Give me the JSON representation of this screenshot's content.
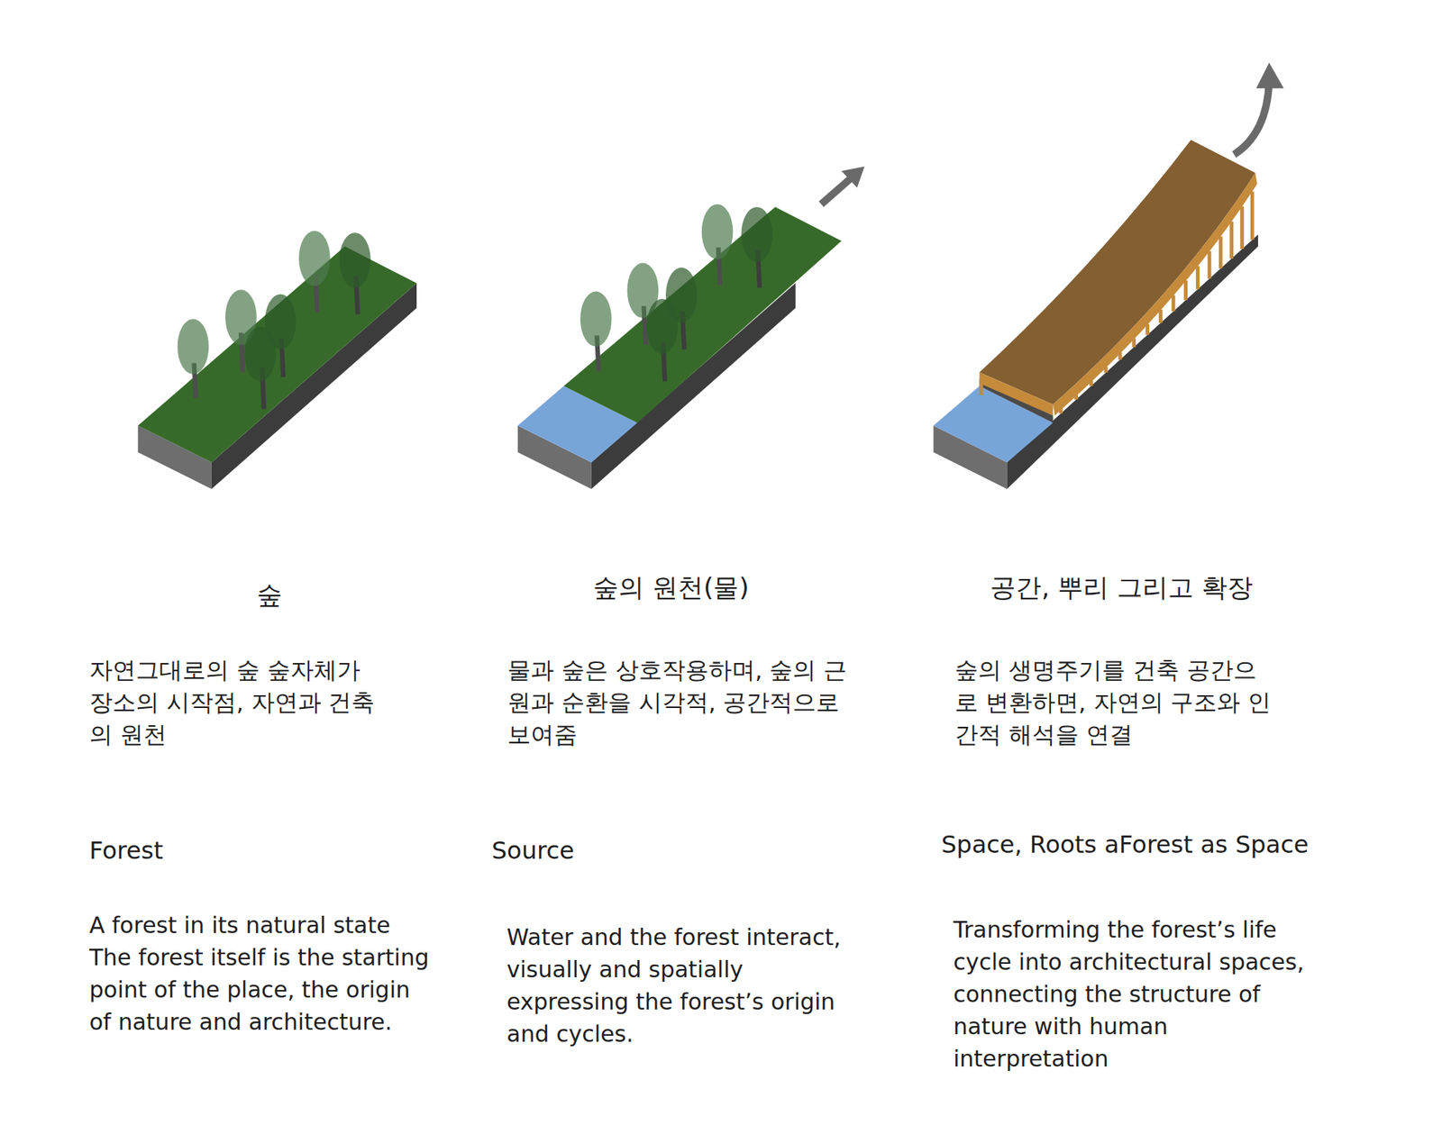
{
  "diagram": {
    "labels": [
      "숲",
      "자연그대로의 숲 숲자체가 장소의 시작점, 자연과 건축의 원천",
      "Forest",
      "A forest in its natural state The forest itself is the starting point of the place, the origin of nature and architecture.",
      "숲의 원천(물)",
      "물과 숲은 상호작용하며, 숲의 근원과 순환을 시각적, 공간적으로 보여줌",
      "Source",
      "Water and the forest interact, visually and spatially expressing the forest’s origin and cycles.",
      "공간, 뿌리 그리고 확장",
      "숲의 생명주기를 건축 공간으로 변환하면, 자연의 구조와 인간적 해석을 연결",
      "Space, Roots aForest as Space",
      "Transforming the forest’s life cycle into architectural spaces, connecting the structure of nature with human interpretation"
    ]
  }
}
